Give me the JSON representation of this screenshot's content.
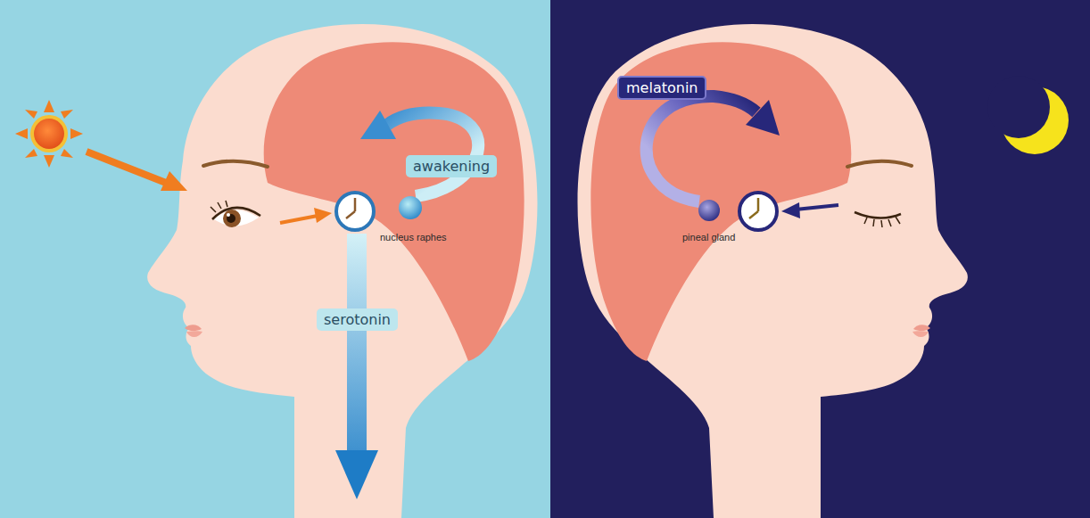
{
  "diagram": {
    "nodes": [
      {
        "text": [
          "awakening"
        ]
      },
      {
        "text": [
          "serotonin"
        ]
      },
      {
        "text": [
          "melatonin"
        ]
      }
    ],
    "labels": [
      "nucleus raphes",
      "pineal gland"
    ]
  }
}
